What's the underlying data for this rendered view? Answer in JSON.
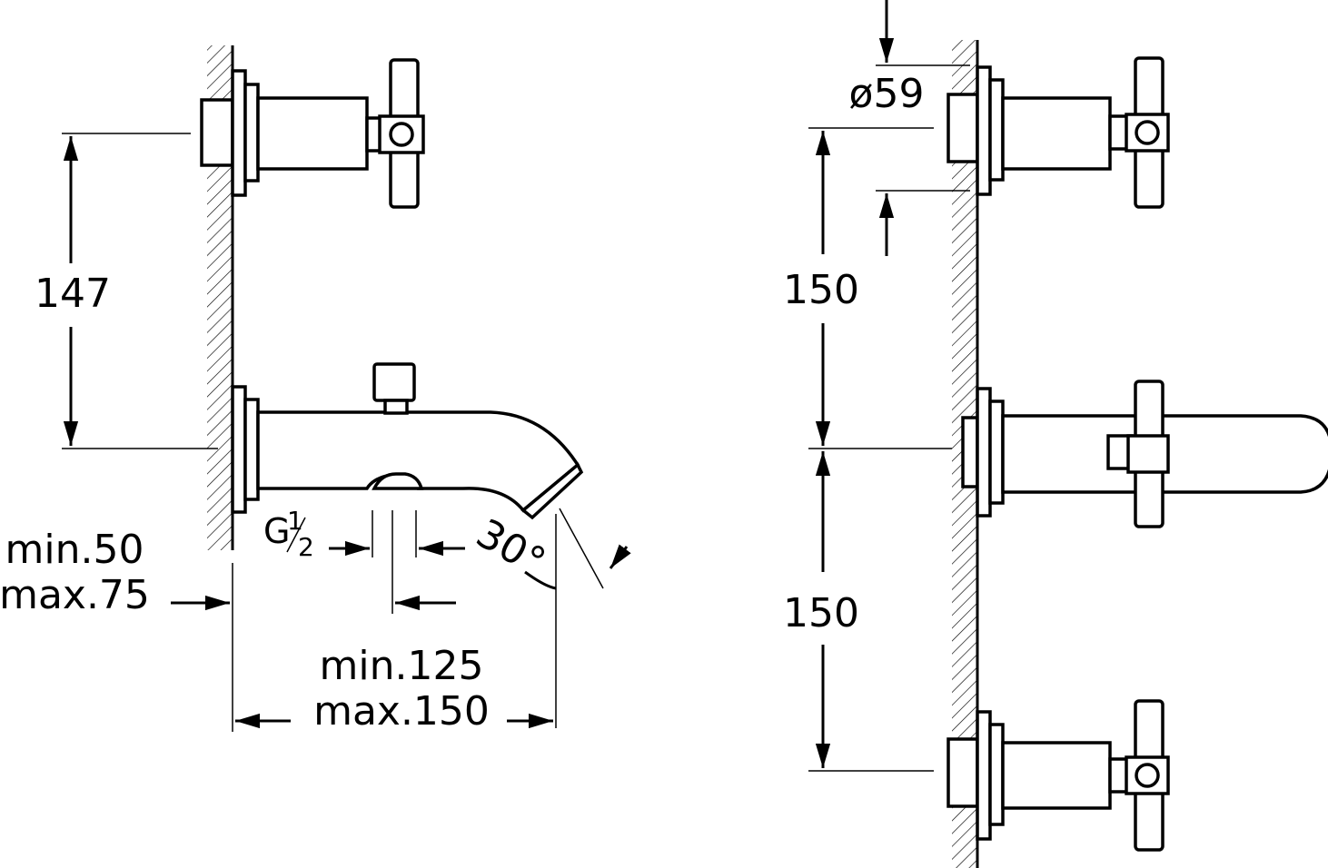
{
  "left_view": {
    "dim_vertical": "147",
    "dim_wall_min": "min.50",
    "dim_wall_max": "max.75",
    "thread_main": "G",
    "thread_num": "1",
    "thread_den": "2",
    "angle": "30°",
    "spout_min": "min.125",
    "spout_max": "max.150"
  },
  "right_view": {
    "diameter": "ø59",
    "dim_upper": "150",
    "dim_lower": "150"
  },
  "colors": {
    "line": "#000000",
    "background": "#ffffff"
  }
}
